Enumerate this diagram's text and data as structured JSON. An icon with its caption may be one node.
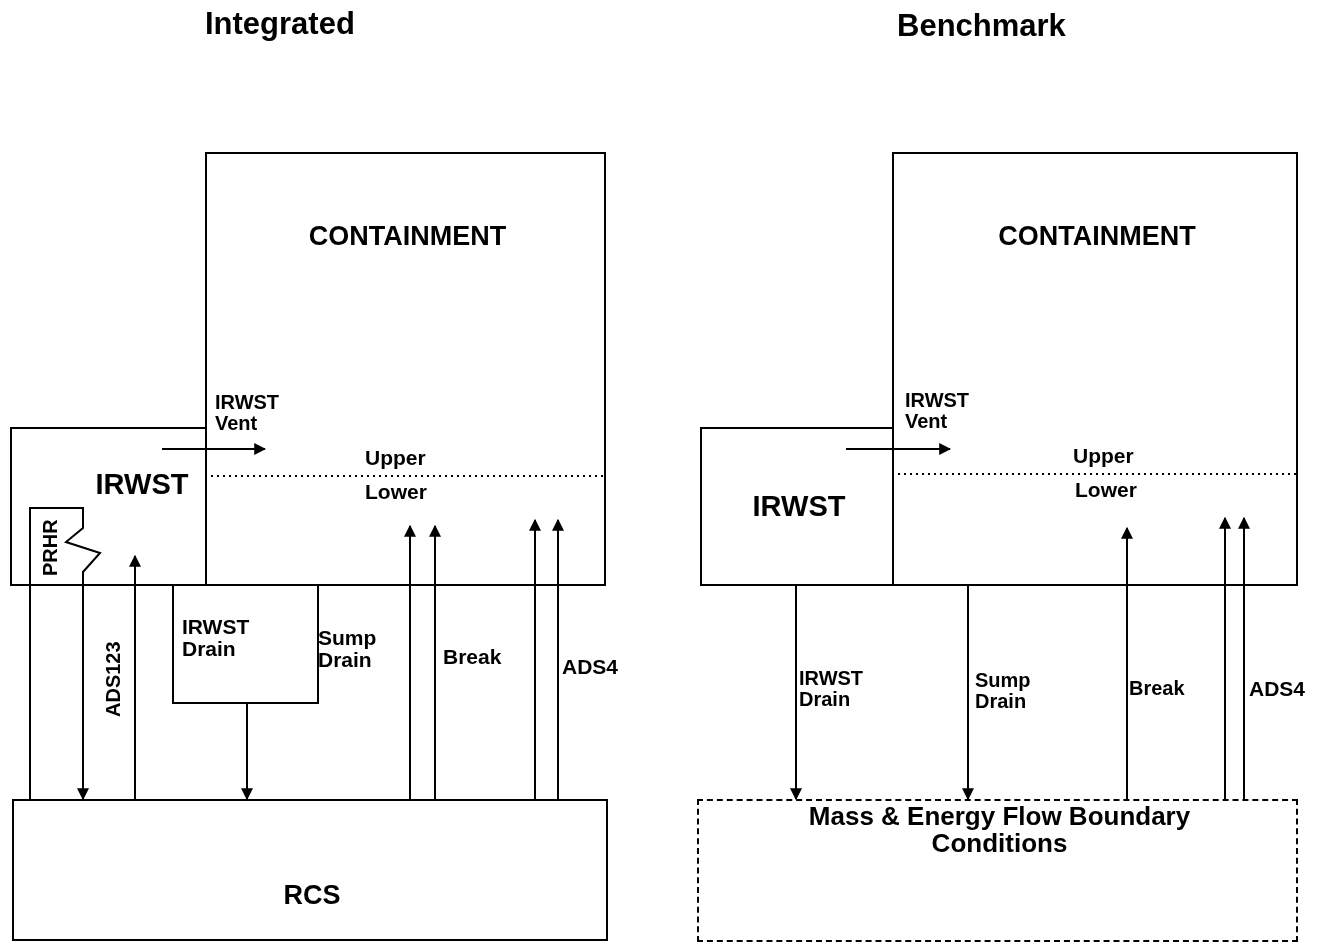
{
  "diagram": {
    "nodes": [
      {
        "text": [
          "CONTAINMENT"
        ]
      },
      {
        "text": [
          "IRWST"
        ]
      },
      {
        "text": [
          "IRWST Drain"
        ]
      },
      {
        "text": [
          "RCS"
        ]
      },
      {
        "text": [
          "CONTAINMENT"
        ]
      },
      {
        "text": [
          "IRWST"
        ]
      },
      {
        "text": [
          "Mass & Energy Flow Boundary Conditions"
        ]
      },
      {
        "text": [
          "PRHR"
        ],
        "in": 1
      }
    ],
    "edges": [
      {
        "from": 3,
        "to": 7,
        "arrow": "none"
      },
      {
        "from": 3,
        "to": 1,
        "arrow": "to",
        "label": "ADS123"
      },
      {
        "from": 1,
        "to": 0,
        "arrow": "to",
        "label": "IRWST Vent"
      },
      {
        "from": 2,
        "to": 3,
        "arrow": "to"
      },
      {
        "from": 3,
        "to": 0,
        "arrow": "to"
      },
      {
        "from": 3,
        "to": 0,
        "arrow": "to",
        "label": "Break"
      },
      {
        "from": 3,
        "to": 0,
        "arrow": "to"
      },
      {
        "from": 3,
        "to": 0,
        "arrow": "to",
        "label": "ADS4"
      },
      {
        "from": 5,
        "to": 4,
        "arrow": "to",
        "label": "IRWST Vent"
      },
      {
        "from": 5,
        "to": 6,
        "arrow": "to",
        "label": "IRWST Drain"
      },
      {
        "from": 4,
        "to": 6,
        "arrow": "to",
        "label": "Sump Drain"
      },
      {
        "from": 6,
        "to": 4,
        "arrow": "to",
        "label": "Break"
      },
      {
        "from": 6,
        "to": 4,
        "arrow": "to"
      },
      {
        "from": 6,
        "to": 4,
        "arrow": "to",
        "label": "ADS4"
      },
      {
        "from": 7,
        "to": 3,
        "arrow": "to"
      }
    ],
    "labels": [
      "Integrated",
      "Benchmark",
      "Upper",
      "Lower",
      "Upper",
      "Lower",
      "Sump Drain"
    ]
  }
}
